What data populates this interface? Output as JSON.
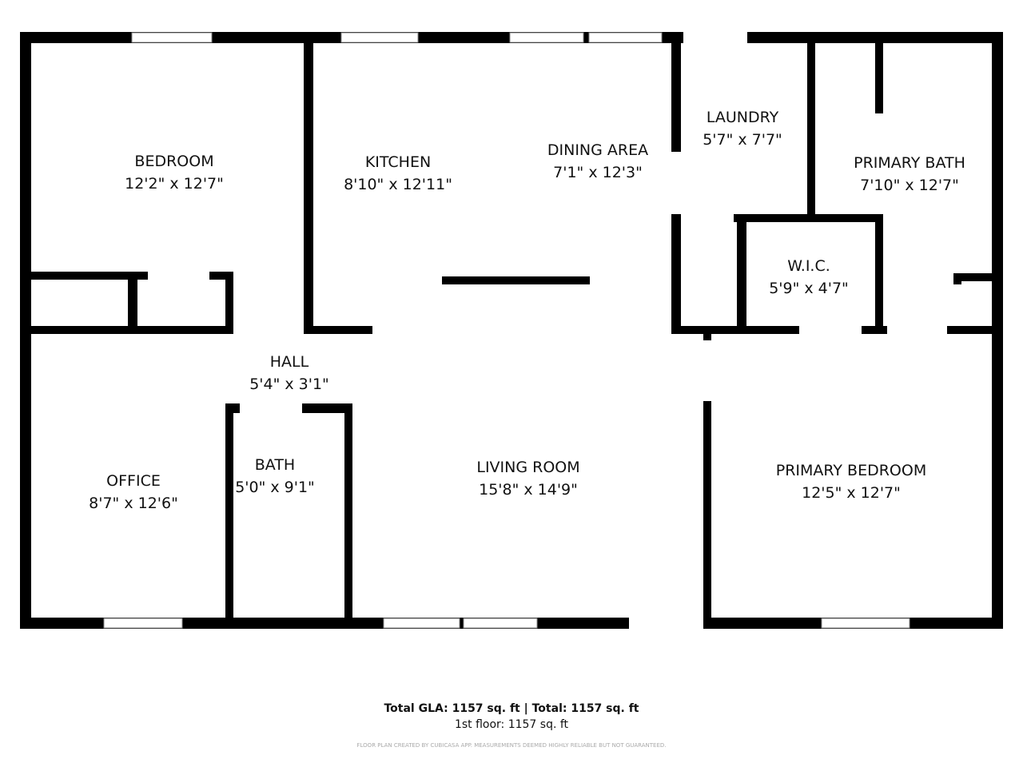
{
  "rooms": [
    {
      "name": "BEDROOM",
      "dims": "12'2\" x 12'7\""
    },
    {
      "name": "KITCHEN",
      "dims": "8'10\" x 12'11\""
    },
    {
      "name": "DINING AREA",
      "dims": "7'1\" x 12'3\""
    },
    {
      "name": "LAUNDRY",
      "dims": "5'7\" x 7'7\""
    },
    {
      "name": "PRIMARY BATH",
      "dims": "7'10\" x 12'7\""
    },
    {
      "name": "W.I.C.",
      "dims": "5'9\" x 4'7\""
    },
    {
      "name": "HALL",
      "dims": "5'4\" x 3'1\""
    },
    {
      "name": "OFFICE",
      "dims": "8'7\" x 12'6\""
    },
    {
      "name": "BATH",
      "dims": "5'0\" x 9'1\""
    },
    {
      "name": "LIVING ROOM",
      "dims": "15'8\" x 14'9\""
    },
    {
      "name": "PRIMARY BEDROOM",
      "dims": "12'5\" x 12'7\""
    }
  ],
  "footer": {
    "totals": "Total GLA: 1157 sq. ft | Total: 1157 sq. ft",
    "floor": "1st floor: 1157 sq. ft",
    "disclaimer": "FLOOR PLAN CREATED BY CUBICASA APP. MEASUREMENTS DEEMED HIGHLY RELIABLE BUT NOT GUARANTEED."
  }
}
